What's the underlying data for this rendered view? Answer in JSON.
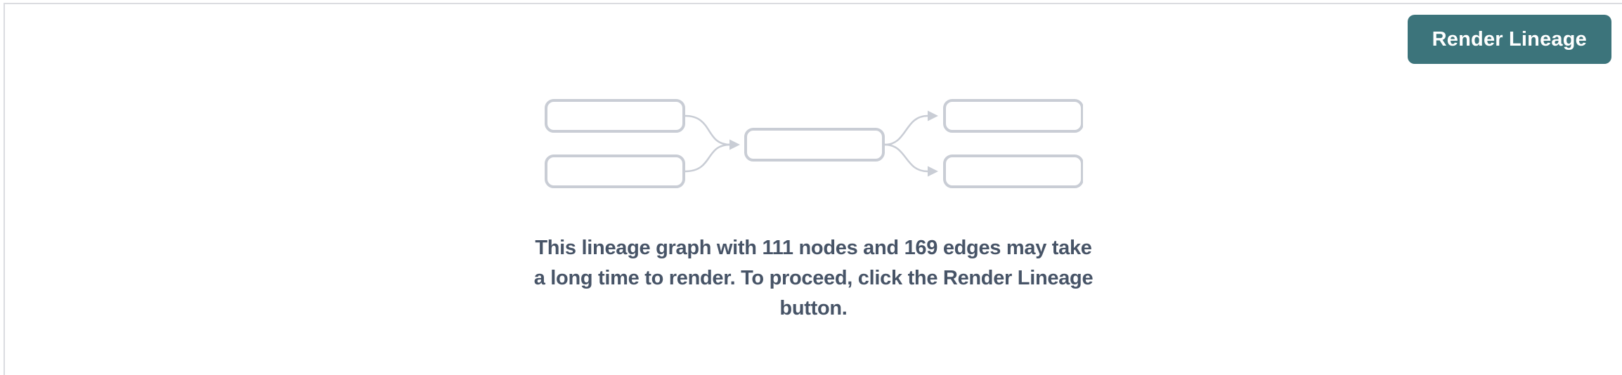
{
  "header": {
    "render_button_label": "Render Lineage"
  },
  "empty_state": {
    "message_lines": [
      "This lineage graph with 111 nodes and 169 edges may take",
      "a long time to render. To proceed, click the Render Lineage",
      "button."
    ],
    "message_full": "This lineage graph with 111 nodes and 169 edges may take a long time to render. To proceed, click the Render Lineage button.",
    "node_count": "111",
    "edge_count": "169"
  },
  "colors": {
    "button_bg": "#3c747b",
    "button_text": "#ffffff",
    "message_text": "#475467",
    "placeholder_stroke": "#c9cdd5",
    "panel_border": "#dbdce0",
    "background": "#ffffff"
  },
  "icons": {
    "placeholder": "lineage-graph-placeholder-icon"
  }
}
